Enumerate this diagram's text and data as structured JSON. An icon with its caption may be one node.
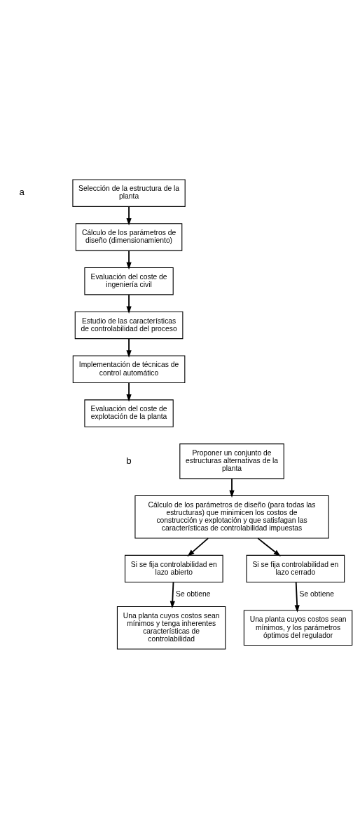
{
  "diagram": {
    "nodes": [
      {
        "text": [
          "Selección de la estructura de la planta"
        ]
      },
      {
        "text": [
          "Cálculo de los parámetros de diseño (dimensionamiento)"
        ]
      },
      {
        "text": [
          "Evaluación del coste de ingeniería civil"
        ]
      },
      {
        "text": [
          "Estudio de las características de controlabilidad del proceso"
        ]
      },
      {
        "text": [
          "Implementación de técnicas de control automático"
        ]
      },
      {
        "text": [
          "Evaluación del coste de explotación de la planta"
        ]
      },
      {
        "text": [
          "Proponer un conjunto de estructuras alternativas de la planta"
        ]
      },
      {
        "text": [
          "Cálculo de los parámetros de diseño (para todas las estructuras) que minimicen los costos de construcción y explotación y que satisfagan las características de controlabilidad impuestas"
        ]
      },
      {
        "text": [
          "Si se fija controlabilidad en lazo abierto"
        ]
      },
      {
        "text": [
          "Si se fija controlabilidad en lazo cerrado"
        ]
      },
      {
        "text": [
          "Una planta cuyos costos sean mínimos y tenga inherentes características de controlabilidad"
        ]
      },
      {
        "text": [
          "Una planta cuyos costos sean mínimos, y los parámetros óptimos del regulador"
        ]
      }
    ],
    "edges": [
      {
        "from": 0,
        "to": 1,
        "arrow": "to"
      },
      {
        "from": 1,
        "to": 2,
        "arrow": "to"
      },
      {
        "from": 2,
        "to": 3,
        "arrow": "to"
      },
      {
        "from": 3,
        "to": 4,
        "arrow": "to"
      },
      {
        "from": 4,
        "to": 5,
        "arrow": "to"
      },
      {
        "from": 6,
        "to": 7,
        "arrow": "to"
      },
      {
        "from": 7,
        "to": 8,
        "arrow": "to"
      },
      {
        "from": 7,
        "to": 9,
        "arrow": "to"
      },
      {
        "from": 8,
        "to": 10,
        "arrow": "to",
        "label": "Se obtiene"
      },
      {
        "from": 9,
        "to": 11,
        "arrow": "to",
        "label": "Se obtiene"
      }
    ],
    "labels": [
      "a",
      "b"
    ]
  }
}
